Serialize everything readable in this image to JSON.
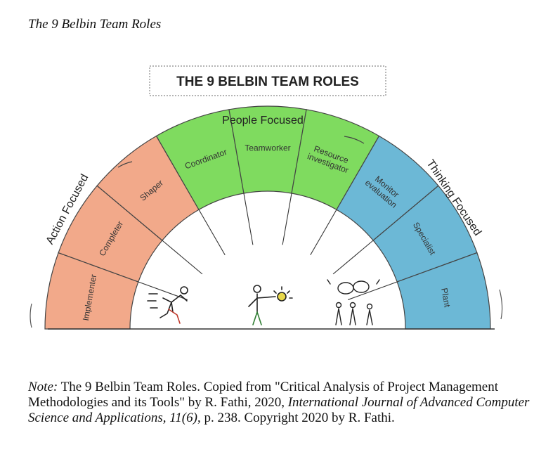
{
  "figure_caption": "The 9 Belbin Team Roles",
  "diagram": {
    "header": "THE 9 BELBIN TEAM ROLES",
    "groups": {
      "action": "Action Focused",
      "people": "People Focused",
      "thinking": "Thinking Focused"
    },
    "roles": [
      {
        "label": "Implementer",
        "group": "action"
      },
      {
        "label": "Completer",
        "group": "action"
      },
      {
        "label": "Shaper",
        "group": "action"
      },
      {
        "label": "Coordinator",
        "group": "people"
      },
      {
        "label": "Teamworker",
        "group": "people"
      },
      {
        "label": "Resource investigator",
        "line1": "Resource",
        "line2": "investigator",
        "group": "people"
      },
      {
        "label": "Monitor evaluation",
        "line1": "Monitor",
        "line2": "evaluation",
        "group": "thinking"
      },
      {
        "label": "Specialist",
        "group": "thinking"
      },
      {
        "label": "Plant",
        "group": "thinking"
      }
    ],
    "colors": {
      "action": "#f2a98a",
      "people": "#7fdb5f",
      "thinking": "#6cb8d6"
    },
    "icons": [
      "running-person-icon",
      "idea-person-icon",
      "discussion-group-icon"
    ]
  },
  "note": {
    "prefix": "Note:",
    "text1": " The 9 Belbin Team Roles. Copied from \"Critical Analysis of Project Management Methodologies and its Tools\" by R. Fathi, 2020, ",
    "journal": "International Journal of Advanced Computer Science and Applications, 11(6)",
    "text2": ", p. 238. Copyright 2020 by R. Fathi."
  }
}
